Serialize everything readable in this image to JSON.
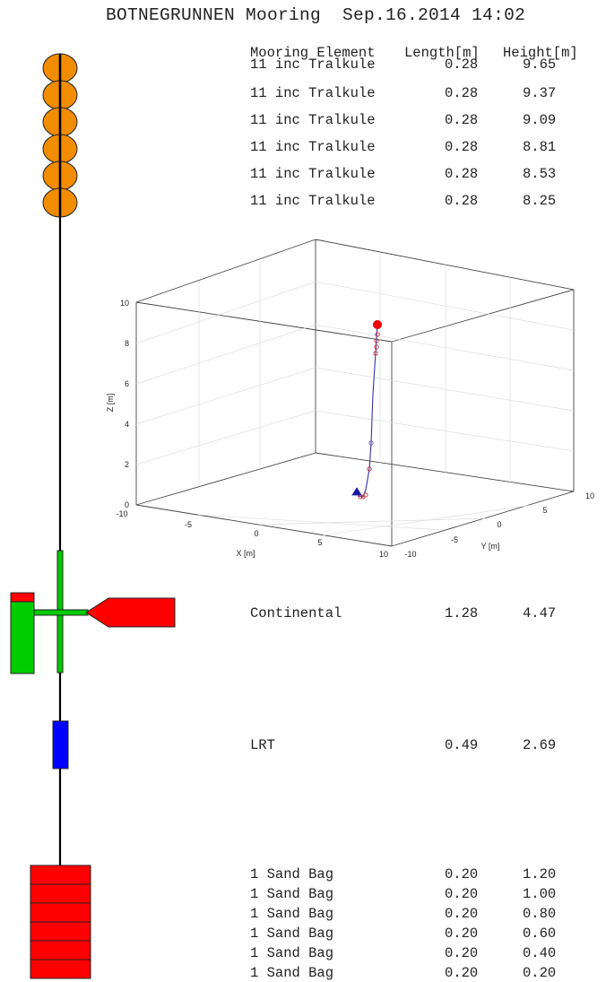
{
  "title": "BOTNEGRUNNEN Mooring  Sep.16.2014 14:02",
  "header": {
    "element": "Mooring Element",
    "length": "Length[m]",
    "height": "Height[m]"
  },
  "rows": [
    {
      "name": "11 inc Tralkule",
      "length": "0.28",
      "height": "9.65"
    },
    {
      "name": "11 inc Tralkule",
      "length": "0.28",
      "height": "9.37"
    },
    {
      "name": "11 inc Tralkule",
      "length": "0.28",
      "height": "9.09"
    },
    {
      "name": "11 inc Tralkule",
      "length": "0.28",
      "height": "8.81"
    },
    {
      "name": "11 inc Tralkule",
      "length": "0.28",
      "height": "8.53"
    },
    {
      "name": "11 inc Tralkule",
      "length": "0.28",
      "height": "8.25"
    },
    {
      "name": "Continental",
      "length": "1.28",
      "height": "4.47"
    },
    {
      "name": "LRT",
      "length": "0.49",
      "height": "2.69"
    },
    {
      "name": "1 Sand Bag",
      "length": "0.20",
      "height": "1.20"
    },
    {
      "name": "1 Sand Bag",
      "length": "0.20",
      "height": "1.00"
    },
    {
      "name": "1 Sand Bag",
      "length": "0.20",
      "height": "0.80"
    },
    {
      "name": "1 Sand Bag",
      "length": "0.20",
      "height": "0.60"
    },
    {
      "name": "1 Sand Bag",
      "length": "0.20",
      "height": "0.40"
    },
    {
      "name": "1 Sand Bag",
      "length": "0.20",
      "height": "0.20"
    }
  ],
  "plot3d": {
    "xlabel": "X [m]",
    "ylabel": "Y [m]",
    "zlabel": "Z [m]",
    "x_ticks": [
      "-10",
      "-5",
      "0",
      "5",
      "10"
    ],
    "y_ticks": [
      "-10",
      "-5",
      "0",
      "5",
      "10"
    ],
    "z_ticks": [
      "0",
      "2",
      "4",
      "6",
      "8",
      "10"
    ]
  },
  "colors": {
    "float": "#f28c00",
    "current_meter": "#ff0000",
    "current_meter_body": "#00cc00",
    "release": "#0000ff",
    "anchor": "#ff0000",
    "line": "#000000",
    "mooring_trace": "#3333aa"
  }
}
